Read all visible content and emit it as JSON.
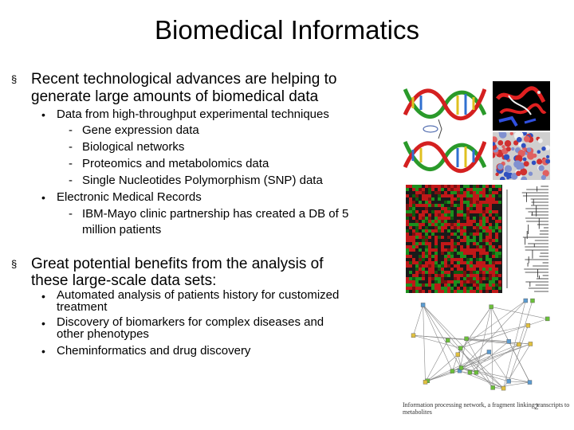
{
  "slide": {
    "title": "Biomedical Informatics",
    "bullets": [
      {
        "text_lines": [
          "Recent technological advances are helping to",
          "generate large amounts of biomedical data"
        ],
        "children": [
          {
            "text": "Data from high-throughput experimental techniques",
            "children": [
              "Gene expression data",
              "Biological networks",
              "Proteomics and metabolomics data",
              "Single Nucleotides Polymorphism (SNP) data"
            ]
          },
          {
            "text": "Electronic Medical Records",
            "children_lines": [
              "IBM-Mayo clinic partnership has created a DB of 5",
              "million patients"
            ]
          }
        ]
      },
      {
        "text_lines": [
          "Great potential benefits from the analysis of",
          "these large-scale data sets:"
        ],
        "children": [
          {
            "lines": [
              "Automated analysis of patients history for customized",
              "treatment"
            ]
          },
          {
            "lines": [
              "Discovery of biomarkers for complex diseases and",
              "other phenotypes"
            ]
          },
          {
            "lines": [
              "Cheminformatics and drug discovery"
            ]
          }
        ]
      }
    ],
    "markers": {
      "level1": "§",
      "level2": "•",
      "level3": "-"
    },
    "image_caption": "Information processing network, a fragment linking transcripts to metabolites",
    "page_number": "2",
    "colors": {
      "dna_red": "#d42020",
      "dna_green": "#2a9a2a",
      "heatmap_dark": "#1a1a1a",
      "molecule_bg": "#000000"
    },
    "images": [
      "dna-double-helix-image",
      "protein-structure-image",
      "molecule-surface-image",
      "gene-expression-heatmap-image",
      "dendrogram-image",
      "biological-network-image"
    ]
  }
}
